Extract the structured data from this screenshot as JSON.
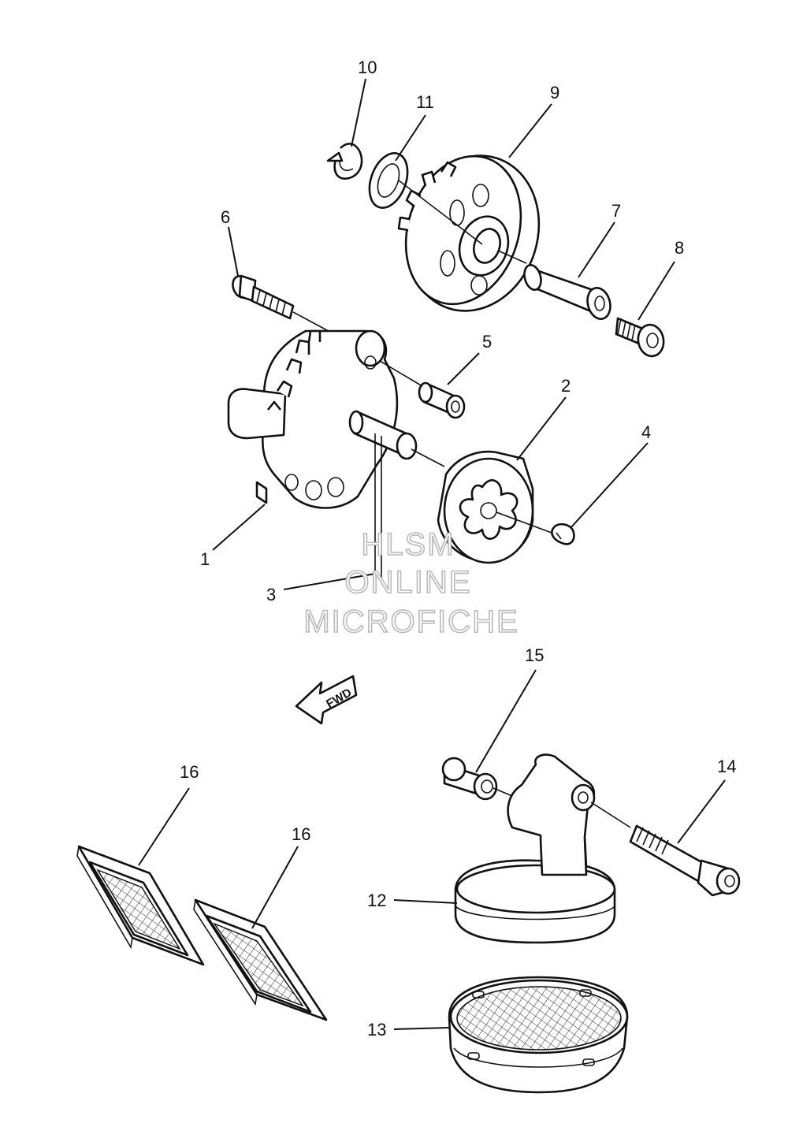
{
  "labels": {
    "p1": "1",
    "p2": "2",
    "p3": "3",
    "p4": "4",
    "p5": "5",
    "p6": "6",
    "p7": "7",
    "p8": "8",
    "p9": "9",
    "p10": "10",
    "p11": "11",
    "p12": "12",
    "p13": "13",
    "p14": "14",
    "p15": "15",
    "p16a": "16",
    "p16b": "16"
  },
  "direction_label": "FWD",
  "watermark": {
    "line1": "HLSM",
    "line2": "ONLINE",
    "line3": "MICROFICHE"
  }
}
